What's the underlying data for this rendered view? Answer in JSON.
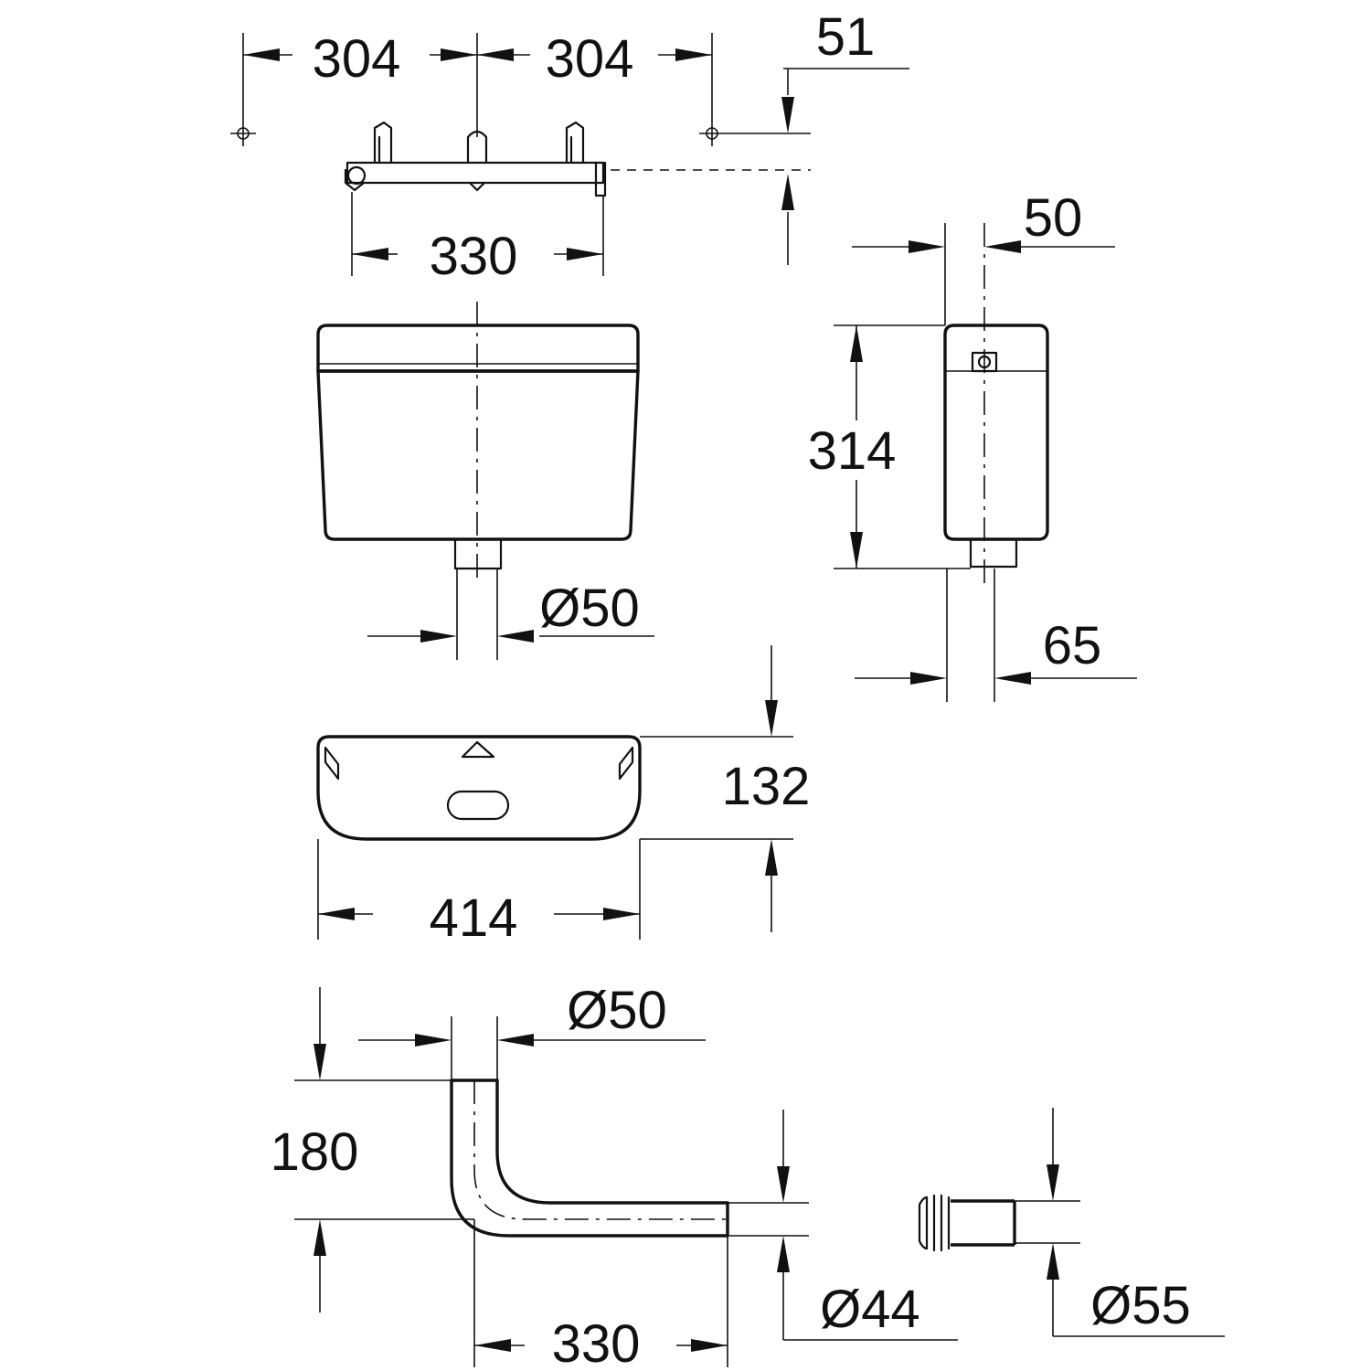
{
  "dimensions": {
    "mount_spacing_left": "304",
    "mount_spacing_right": "304",
    "bracket_offset": "51",
    "bracket_width": "330",
    "side_width_top": "50",
    "cistern_height": "314",
    "outlet_diameter": "Ø50",
    "side_outlet_width": "65",
    "cistern_depth": "132",
    "cistern_width": "414",
    "pipe_diameter_top": "Ø50",
    "pipe_height": "180",
    "pipe_outlet_diameter": "Ø44",
    "pipe_length": "330",
    "connector_diameter": "Ø55"
  },
  "colors": {
    "line": "#111111",
    "background": "#ffffff"
  }
}
